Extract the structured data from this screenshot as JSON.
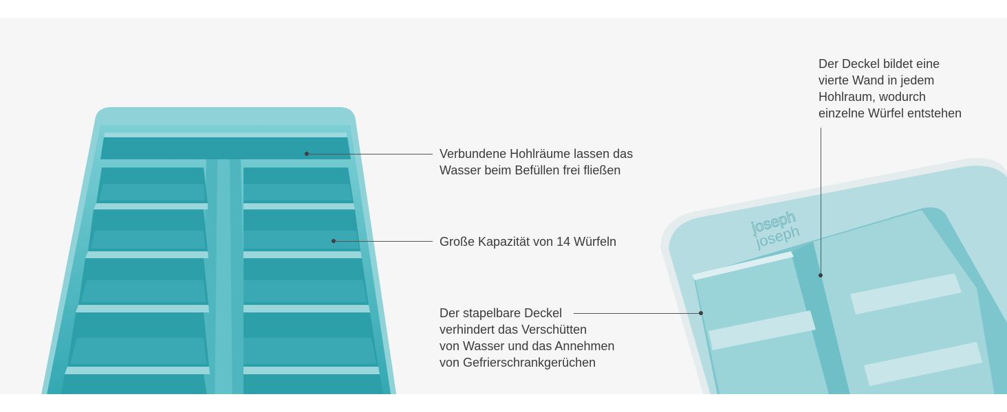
{
  "brand": {
    "logo_text": "joseph joseph"
  },
  "colors": {
    "page_background": "#f6f6f6",
    "tray_teal": "#37aab4",
    "tray_light": "#9ad7dc",
    "lid_frost": "#d8e8ea",
    "text": "#3a3a3a",
    "callout_line": "#555555"
  },
  "callouts": {
    "connected_cavities": {
      "lines": [
        "Verbundene Hohlräume lassen das",
        "Wasser beim Befüllen frei fließen"
      ]
    },
    "capacity": {
      "lines": [
        "Große Kapazität von 14 Würfeln"
      ]
    },
    "stackable_lid": {
      "lines": [
        "Der stapelbare Deckel",
        "verhindert das Verschütten",
        "von Wasser und das Annehmen",
        "von Gefrierschrankgerüchen"
      ]
    },
    "lid_wall": {
      "lines": [
        "Der Deckel bildet eine",
        "vierte Wand in jedem",
        "Hohlraum, wodurch",
        "einzelne Würfel entstehen"
      ]
    }
  }
}
